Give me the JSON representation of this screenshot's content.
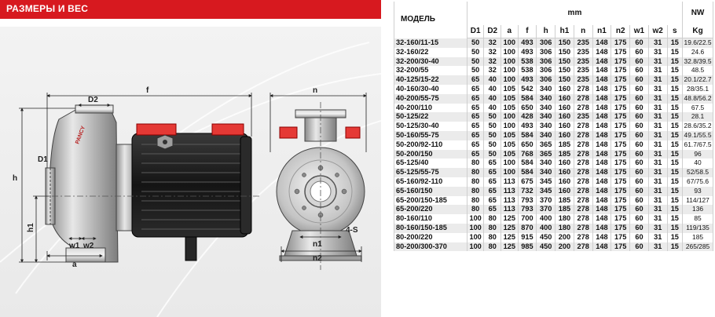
{
  "header": {
    "title": "РАЗМЕРЫ И ВЕС"
  },
  "drawing": {
    "brand": "PANCY",
    "labels": {
      "f": "f",
      "D2": "D2",
      "D1": "D1",
      "h": "h",
      "h1": "h1",
      "w1": "w1",
      "w2": "w2",
      "a": "a",
      "n": "n",
      "n1": "n1",
      "n2": "n2",
      "s": "4-S"
    }
  },
  "table": {
    "model_header": "МОДЕЛЬ",
    "mm_header": "mm",
    "nw_header": "NW",
    "kg_header": "Kg",
    "columns": [
      "D1",
      "D2",
      "a",
      "f",
      "h",
      "h1",
      "n",
      "n1",
      "n2",
      "w1",
      "w2",
      "s"
    ],
    "rows": [
      [
        "32-160/11-15",
        "50",
        "32",
        "100",
        "493",
        "306",
        "150",
        "235",
        "148",
        "175",
        "60",
        "31",
        "15",
        "19.6/22.5"
      ],
      [
        "32-160/22",
        "50",
        "32",
        "100",
        "493",
        "306",
        "150",
        "235",
        "148",
        "175",
        "60",
        "31",
        "15",
        "24.6"
      ],
      [
        "32-200/30-40",
        "50",
        "32",
        "100",
        "538",
        "306",
        "150",
        "235",
        "148",
        "175",
        "60",
        "31",
        "15",
        "32.8/39.5"
      ],
      [
        "32-200/55",
        "50",
        "32",
        "100",
        "538",
        "306",
        "150",
        "235",
        "148",
        "175",
        "60",
        "31",
        "15",
        "48.5"
      ],
      [
        "40-125/15-22",
        "65",
        "40",
        "100",
        "493",
        "306",
        "150",
        "235",
        "148",
        "175",
        "60",
        "31",
        "15",
        "20.1/22.7"
      ],
      [
        "40-160/30-40",
        "65",
        "40",
        "105",
        "542",
        "340",
        "160",
        "278",
        "148",
        "175",
        "60",
        "31",
        "15",
        "28/35.1"
      ],
      [
        "40-200/55-75",
        "65",
        "40",
        "105",
        "584",
        "340",
        "160",
        "278",
        "148",
        "175",
        "60",
        "31",
        "15",
        "48.8/56.2"
      ],
      [
        "40-200/110",
        "65",
        "40",
        "105",
        "650",
        "340",
        "160",
        "278",
        "148",
        "175",
        "60",
        "31",
        "15",
        "67.5"
      ],
      [
        "50-125/22",
        "65",
        "50",
        "100",
        "428",
        "340",
        "160",
        "235",
        "148",
        "175",
        "60",
        "31",
        "15",
        "28.1"
      ],
      [
        "50-125/30-40",
        "65",
        "50",
        "100",
        "493",
        "340",
        "160",
        "278",
        "148",
        "175",
        "60",
        "31",
        "15",
        "28.6/35.2"
      ],
      [
        "50-160/55-75",
        "65",
        "50",
        "105",
        "584",
        "340",
        "160",
        "278",
        "148",
        "175",
        "60",
        "31",
        "15",
        "49.1/55.5"
      ],
      [
        "50-200/92-110",
        "65",
        "50",
        "105",
        "650",
        "365",
        "185",
        "278",
        "148",
        "175",
        "60",
        "31",
        "15",
        "61.7/67.5"
      ],
      [
        "50-200/150",
        "65",
        "50",
        "105",
        "768",
        "365",
        "185",
        "278",
        "148",
        "175",
        "60",
        "31",
        "15",
        "96"
      ],
      [
        "65-125/40",
        "80",
        "65",
        "100",
        "584",
        "340",
        "160",
        "278",
        "148",
        "175",
        "60",
        "31",
        "15",
        "40"
      ],
      [
        "65-125/55-75",
        "80",
        "65",
        "100",
        "584",
        "340",
        "160",
        "278",
        "148",
        "175",
        "60",
        "31",
        "15",
        "52/58.5"
      ],
      [
        "65-160/92-110",
        "80",
        "65",
        "113",
        "675",
        "345",
        "160",
        "278",
        "148",
        "175",
        "60",
        "31",
        "15",
        "67/75.6"
      ],
      [
        "65-160/150",
        "80",
        "65",
        "113",
        "732",
        "345",
        "160",
        "278",
        "148",
        "175",
        "60",
        "31",
        "15",
        "93"
      ],
      [
        "65-200/150-185",
        "80",
        "65",
        "113",
        "793",
        "370",
        "185",
        "278",
        "148",
        "175",
        "60",
        "31",
        "15",
        "114/127"
      ],
      [
        "65-200/220",
        "80",
        "65",
        "113",
        "793",
        "370",
        "185",
        "278",
        "148",
        "175",
        "60",
        "31",
        "15",
        "136"
      ],
      [
        "80-160/110",
        "100",
        "80",
        "125",
        "700",
        "400",
        "180",
        "278",
        "148",
        "175",
        "60",
        "31",
        "15",
        "85"
      ],
      [
        "80-160/150-185",
        "100",
        "80",
        "125",
        "870",
        "400",
        "180",
        "278",
        "148",
        "175",
        "60",
        "31",
        "15",
        "119/135"
      ],
      [
        "80-200/220",
        "100",
        "80",
        "125",
        "915",
        "450",
        "200",
        "278",
        "148",
        "175",
        "60",
        "31",
        "15",
        "185"
      ],
      [
        "80-200/300-370",
        "100",
        "80",
        "125",
        "985",
        "450",
        "200",
        "278",
        "148",
        "175",
        "60",
        "31",
        "15",
        "265/285"
      ]
    ]
  },
  "colors": {
    "accent": "#d7191f",
    "motor": "#1e1e1e",
    "casing": "#c9c9c9",
    "row_alt": "#ebebeb"
  }
}
